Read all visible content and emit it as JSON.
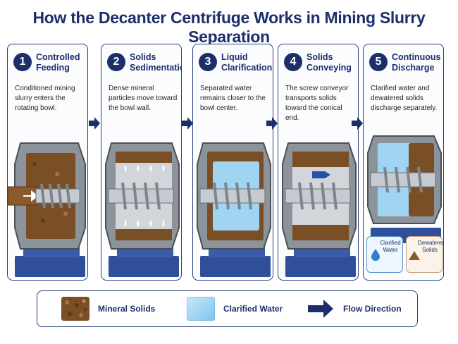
{
  "title": "How the Decanter Centrifuge Works in Mining Slurry Separation",
  "steps": [
    {
      "number": "1",
      "title": "Controlled Feeding",
      "description": "Conditioned mining slurry enters the rotating bowl."
    },
    {
      "number": "2",
      "title": "Solids Sedimentation",
      "description": "Dense mineral particles move toward the bowl wall."
    },
    {
      "number": "3",
      "title": "Liquid Clarification",
      "description": "Separated water remains closer to the bowl center."
    },
    {
      "number": "4",
      "title": "Solids Conveying",
      "description": "The screw conveyor transports solids toward the conical end."
    },
    {
      "number": "5",
      "title": "Continuous Discharge",
      "description": "Clarified water and dewatered solids discharge separately."
    }
  ],
  "discharge_labels": {
    "water": "Clarified Water",
    "solids": "Dewatered Solids"
  },
  "legend": [
    {
      "label": "Mineral Solids"
    },
    {
      "label": "Clarified Water"
    },
    {
      "label": "Flow Direction"
    }
  ],
  "colors": {
    "navy": "#1c2f6b",
    "solids": "#8a5a2b",
    "water": "#9fd4f2",
    "steel": "#9aa1a8",
    "base": "#2f4f9a"
  }
}
